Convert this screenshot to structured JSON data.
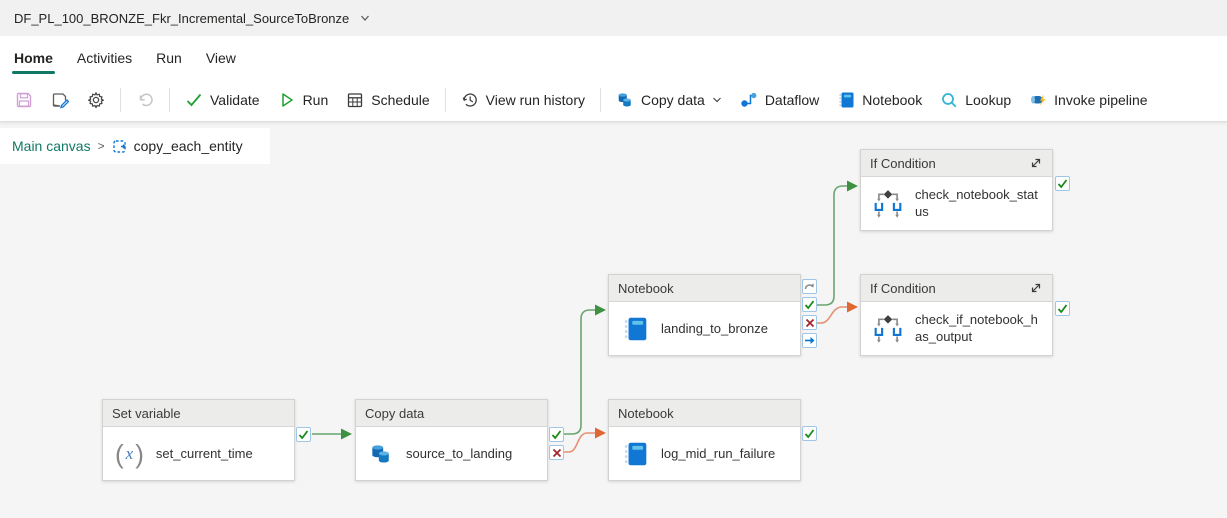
{
  "titlebar": {
    "title": "DF_PL_100_BRONZE_Fkr_Incremental_SourceToBronze"
  },
  "tabs": {
    "items": [
      {
        "label": "Home",
        "active": true
      },
      {
        "label": "Activities",
        "active": false
      },
      {
        "label": "Run",
        "active": false
      },
      {
        "label": "View",
        "active": false
      }
    ]
  },
  "toolbar": {
    "save_icon": "save-icon",
    "save_as_icon": "save-as-icon",
    "settings_icon": "settings-gear-icon",
    "undo_icon": "undo-icon",
    "validate_label": "Validate",
    "run_label": "Run",
    "schedule_label": "Schedule",
    "view_run_history_label": "View run history",
    "copy_data_label": "Copy data",
    "dataflow_label": "Dataflow",
    "notebook_label": "Notebook",
    "lookup_label": "Lookup",
    "invoke_pipeline_label": "Invoke pipeline"
  },
  "breadcrumb": {
    "root": "Main canvas",
    "separator": ">",
    "current": "copy_each_entity"
  },
  "canvas": {
    "nodes": [
      {
        "type": "Set variable",
        "name": "set_current_time",
        "icon": "variable-icon",
        "ports": [
          "success"
        ]
      },
      {
        "type": "Copy data",
        "name": "source_to_landing",
        "icon": "copy-data-icon",
        "ports": [
          "success",
          "failure"
        ]
      },
      {
        "type": "Notebook",
        "name": "landing_to_bronze",
        "icon": "notebook-icon",
        "ports": [
          "skip",
          "success",
          "failure",
          "completion"
        ]
      },
      {
        "type": "Notebook",
        "name": "log_mid_run_failure",
        "icon": "notebook-icon",
        "ports": [
          "success"
        ]
      },
      {
        "type": "If Condition",
        "name": "check_notebook_status",
        "icon": "if-condition-icon",
        "ports": [
          "success"
        ]
      },
      {
        "type": "If Condition",
        "name": "check_if_notebook_has_output",
        "icon": "if-condition-icon",
        "ports": [
          "success"
        ]
      }
    ],
    "edges": [
      {
        "from": "set_current_time:success",
        "to": "source_to_landing",
        "status": "success"
      },
      {
        "from": "source_to_landing:success",
        "to": "landing_to_bronze",
        "status": "success"
      },
      {
        "from": "source_to_landing:failure",
        "to": "log_mid_run_failure",
        "status": "failure"
      },
      {
        "from": "landing_to_bronze:success",
        "to": "check_notebook_status",
        "status": "success"
      },
      {
        "from": "landing_to_bronze:failure",
        "to": "check_if_notebook_has_output",
        "status": "failure"
      }
    ],
    "colors": {
      "accent_teal": "#117865",
      "success_line": "#6aa66e",
      "failure_line": "#e39273",
      "success_arrow": "#3f9142",
      "failure_arrow": "#df6734",
      "port_success": "#188a18",
      "port_failure": "#a4262c",
      "port_completion": "#0078d4",
      "port_skip": "#8a8886"
    }
  }
}
